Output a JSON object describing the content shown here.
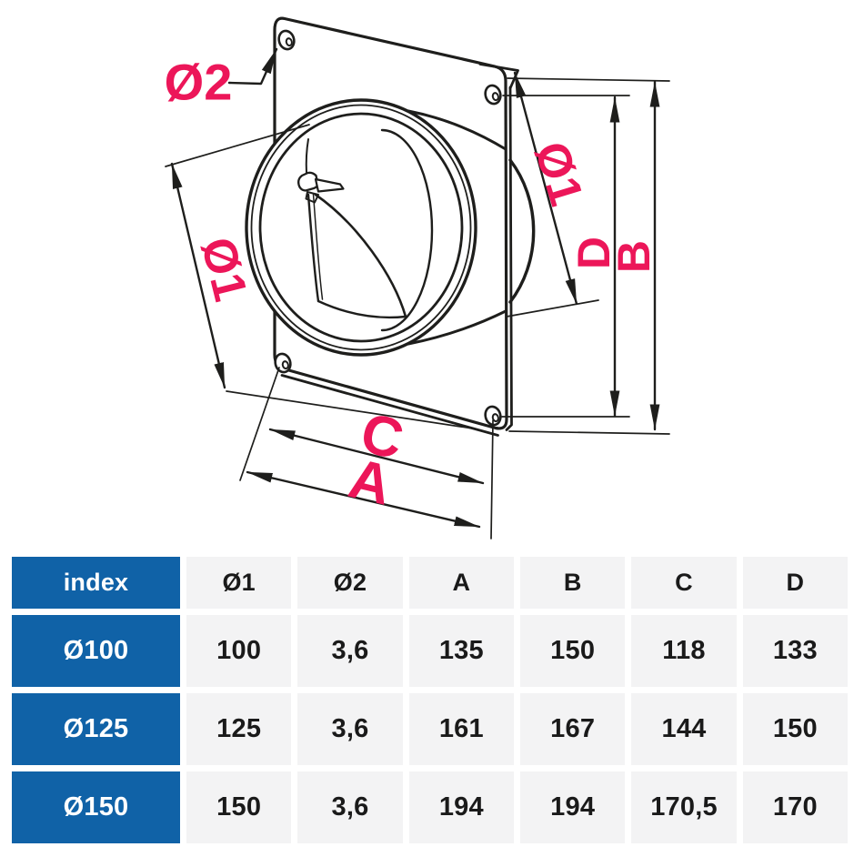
{
  "diagram": {
    "labels": {
      "dia2": "Ø2",
      "dia1_left": "Ø1",
      "dia1_right": "Ø1",
      "d": "D",
      "b": "B",
      "c": "C",
      "a": "A"
    },
    "colors": {
      "accent": "#EC1659",
      "line": "#1E1E1C"
    }
  },
  "table": {
    "columns": [
      "index",
      "Ø1",
      "Ø2",
      "A",
      "B",
      "C",
      "D"
    ],
    "rows": [
      {
        "index": "Ø100",
        "values": [
          "100",
          "3,6",
          "135",
          "150",
          "118",
          "133"
        ]
      },
      {
        "index": "Ø125",
        "values": [
          "125",
          "3,6",
          "161",
          "167",
          "144",
          "150"
        ]
      },
      {
        "index": "Ø150",
        "values": [
          "150",
          "3,6",
          "194",
          "194",
          "170,5",
          "170"
        ]
      }
    ],
    "colors": {
      "header_bg": "#1062A7",
      "header_text": "#FFFFFF",
      "cell_bg": "#F3F3F4",
      "cell_text": "#1A1A1A"
    }
  }
}
